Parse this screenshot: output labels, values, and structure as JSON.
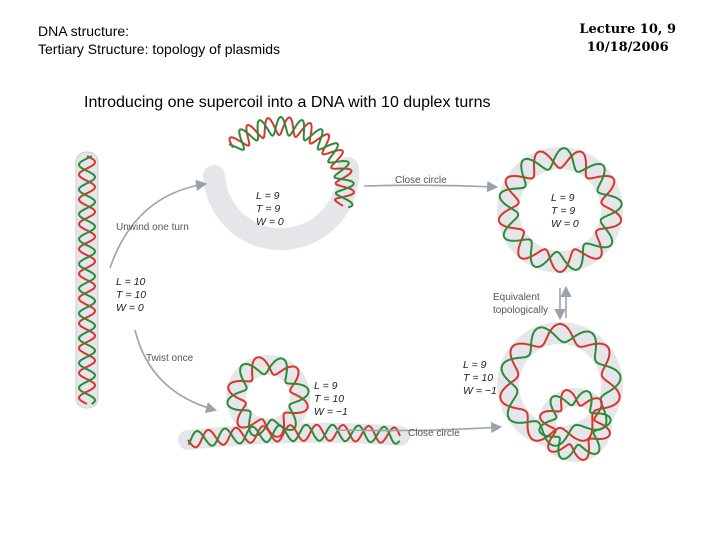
{
  "header": {
    "line1": "DNA structure:",
    "line2": "Tertiary  Structure: topology of plasmids"
  },
  "lecture": {
    "line1": "Lecture 10, 9",
    "line2": "10/18/2006"
  },
  "subtitle": "Introducing one supercoil into a DNA with 10 duplex turns",
  "figure": {
    "colors": {
      "strand_red": "#d8372b",
      "strand_green": "#2e8b3a",
      "tube": "#e4e6ea",
      "arrow": "#9aa3ab"
    },
    "arrows": {
      "close_circle_top": "Close circle",
      "unwind": "Unwind one turn",
      "equivalent_line1": "Equivalent",
      "equivalent_line2": "topologically",
      "twist": "Twist once",
      "close_circle_bottom": "Close circle"
    },
    "linear": {
      "L": "L = 10",
      "T": "T = 10",
      "W": "W = 0"
    },
    "open_circle": {
      "L": "L = 9",
      "T": "T = 9",
      "W": "W = 0"
    },
    "closed_circle": {
      "L": "L = 9",
      "T": "T = 9",
      "W": "W = 0"
    },
    "twisted": {
      "L": "L = 9",
      "T": "T = 10",
      "W": "W = −1"
    },
    "supercoiled": {
      "L": "L = 9",
      "T": "T = 10",
      "W": "W = −1"
    }
  }
}
